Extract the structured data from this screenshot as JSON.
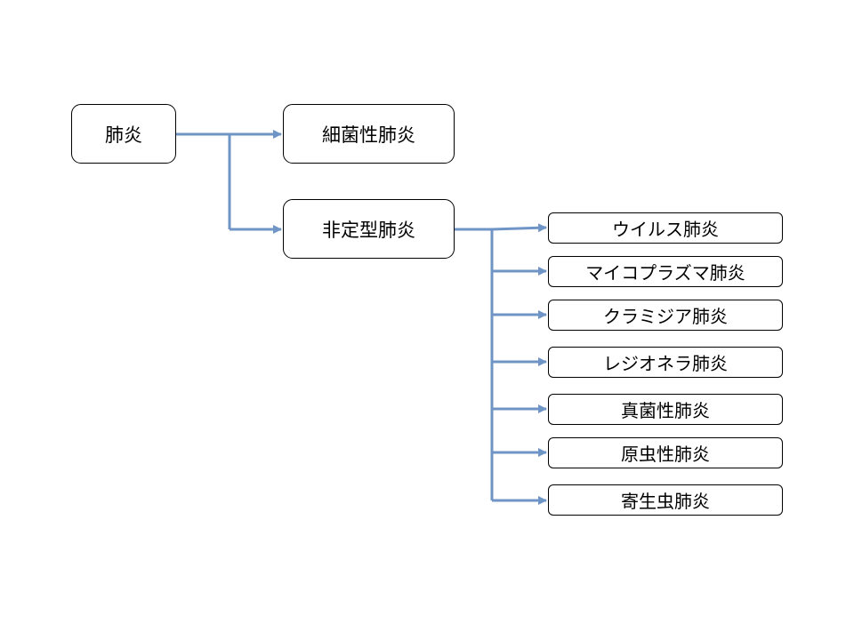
{
  "colors": {
    "connector": "#6f95c6",
    "box_border": "#000000",
    "text": "#000000"
  },
  "root": {
    "label": "肺炎"
  },
  "level1": [
    {
      "label": "細菌性肺炎"
    },
    {
      "label": "非定型肺炎"
    }
  ],
  "atypical_children": [
    {
      "label": "ウイルス肺炎"
    },
    {
      "label": "マイコプラズマ肺炎"
    },
    {
      "label": "クラミジア肺炎"
    },
    {
      "label": "レジオネラ肺炎"
    },
    {
      "label": "真菌性肺炎"
    },
    {
      "label": "原虫性肺炎"
    },
    {
      "label": "寄生虫肺炎"
    }
  ]
}
